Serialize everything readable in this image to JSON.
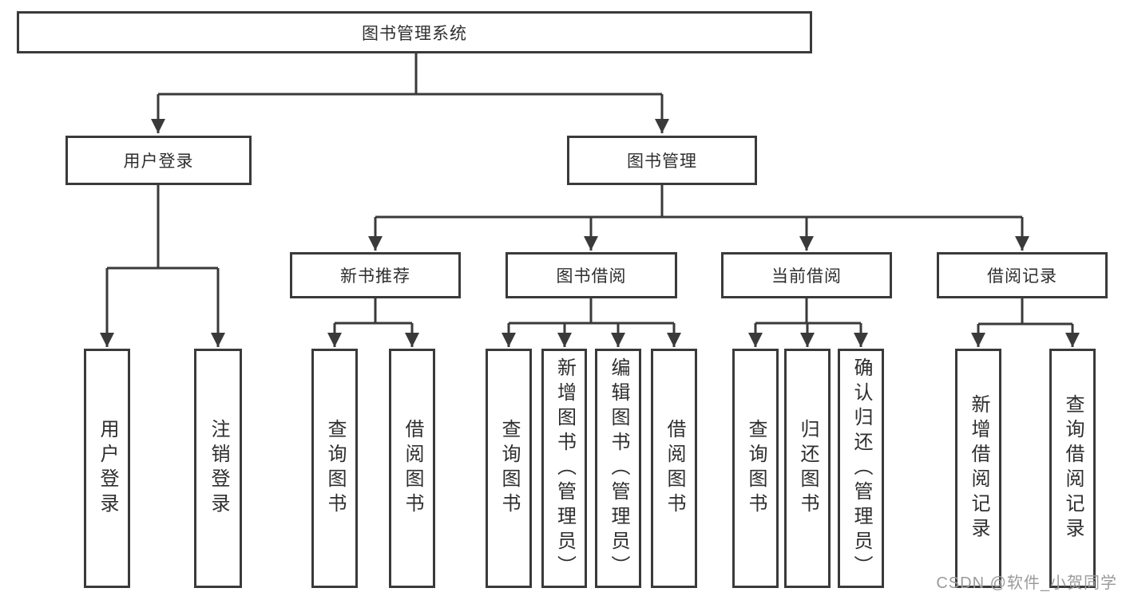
{
  "diagram": {
    "root": {
      "label": "图书管理系统"
    },
    "level2": {
      "user_login": {
        "label": "用户登录",
        "children": [
          "用户登录",
          "注销登录"
        ]
      },
      "book_management": {
        "label": "图书管理"
      }
    },
    "level3": {
      "new_book_recommend": {
        "label": "新书推荐",
        "children": [
          "查询图书",
          "借阅图书"
        ]
      },
      "book_borrowing": {
        "label": "图书借阅",
        "children": [
          "查询图书",
          "新增图书（管理员）",
          "编辑图书（管理员）",
          "借阅图书"
        ]
      },
      "current_borrowing": {
        "label": "当前借阅",
        "children": [
          "查询图书",
          "归还图书",
          "确认归还（管理员）"
        ]
      },
      "borrowing_records": {
        "label": "借阅记录",
        "children": [
          "新增借阅记录",
          "查询借阅记录"
        ]
      }
    }
  },
  "watermark": {
    "text": "CSDN @软件_小贺同学"
  },
  "colors": {
    "line": "#3a3a3a",
    "text": "#2e2e2e",
    "watermark": "#9b9b9b",
    "background": "#ffffff"
  }
}
